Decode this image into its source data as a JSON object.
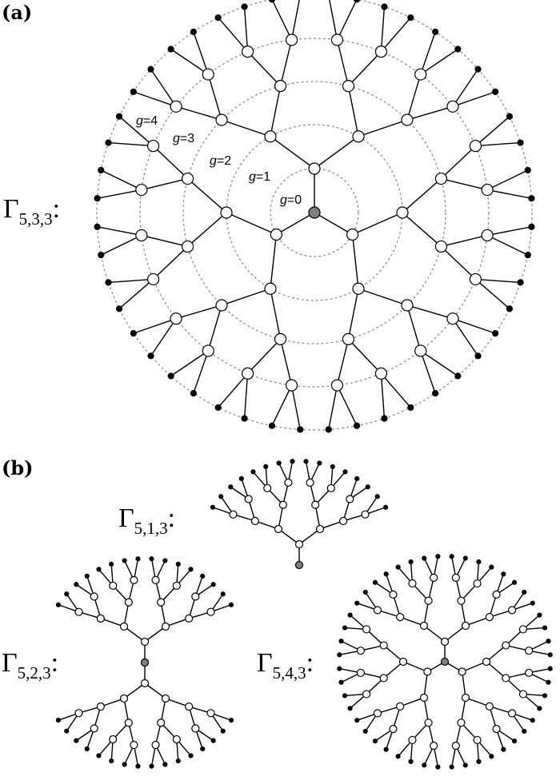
{
  "panels": {
    "a": {
      "label": "(a)",
      "graph_name": "Γ",
      "graph_subscript": "5,3,3",
      "graph_suffix": ":",
      "generation_labels": [
        {
          "italic": "g",
          "rest": "=0"
        },
        {
          "italic": "g",
          "rest": "=1"
        },
        {
          "italic": "g",
          "rest": "=2"
        },
        {
          "italic": "g",
          "rest": "=3"
        },
        {
          "italic": "g",
          "rest": "=4"
        }
      ]
    },
    "b": {
      "label": "(b)",
      "graphs": [
        {
          "graph_name": "Γ",
          "graph_subscript": "5,1,3",
          "graph_suffix": ":"
        },
        {
          "graph_name": "Γ",
          "graph_subscript": "5,2,3",
          "graph_suffix": ":"
        },
        {
          "graph_name": "Γ",
          "graph_subscript": "5,4,3",
          "graph_suffix": ":"
        }
      ]
    }
  },
  "colors": {
    "root": "#808080",
    "inner_node": "#ffffff",
    "leaf_node": "#000000",
    "ring": "#8a8a8a"
  }
}
